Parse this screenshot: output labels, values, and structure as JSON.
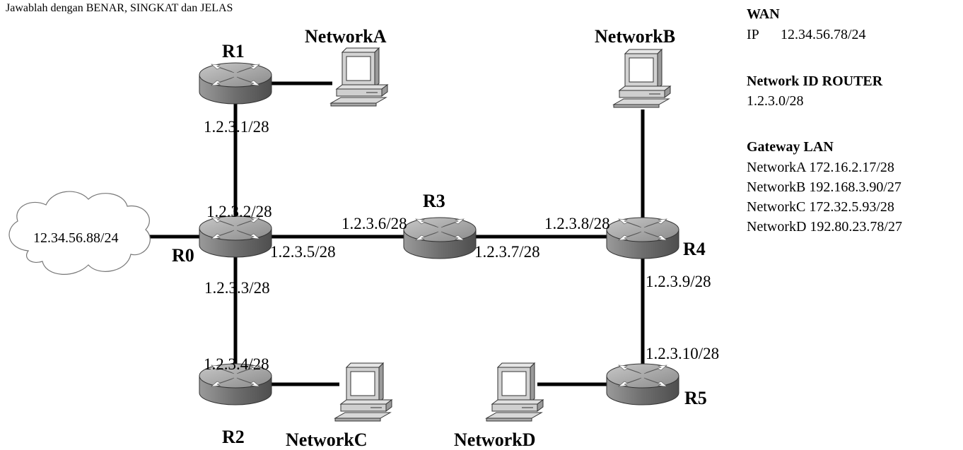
{
  "instruction": "Jawablah dengan BENAR, SINGKAT dan JELAS",
  "routers": {
    "r0": "R0",
    "r1": "R1",
    "r2": "R2",
    "r3": "R3",
    "r4": "R4",
    "r5": "R5"
  },
  "networks": {
    "a": "NetworkA",
    "b": "NetworkB",
    "c": "NetworkC",
    "d": "NetworkD"
  },
  "cloud_ip": "12.34.56.88/24",
  "interfaces": {
    "r1_down": "1.2.3.1/28",
    "r0_up": "1.2.3.2/28",
    "r0_down": "1.2.3.3/28",
    "r2_up": "1.2.3.4/28",
    "r0_right": "1.2.3.5/28",
    "r3_left": "1.2.3.6/28",
    "r3_right": "1.2.3.7/28",
    "r4_left": "1.2.3.8/28",
    "r4_down": "1.2.3.9/28",
    "r5_up": "1.2.3.10/28"
  },
  "info": {
    "wan_heading": "WAN",
    "wan_ip_label": "IP",
    "wan_ip": "12.34.56.78/24",
    "netid_heading": "Network ID ROUTER",
    "netid_value": "1.2.3.0/28",
    "gateway_heading": "Gateway LAN",
    "gateways": [
      "NetworkA 172.16.2.17/28",
      "NetworkB 192.168.3.90/27",
      "NetworkC 172.32.5.93/28",
      "NetworkD 192.80.23.78/27"
    ]
  },
  "colors": {
    "line": "#000000",
    "router_body": "#7a7a7a",
    "router_top": "#a8a8a8",
    "pc_body": "#d0d0d0"
  }
}
